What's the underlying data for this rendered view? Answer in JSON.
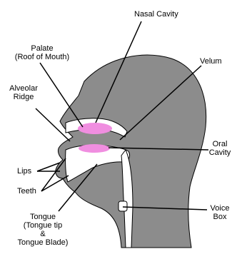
{
  "labels": {
    "nasal_cavity": "Nasal Cavity",
    "palate_line1": "Palate",
    "palate_line2": "(Roof of Mouth)",
    "velum": "Velum",
    "alveolar_line1": "Alveolar",
    "alveolar_line2": "Ridge",
    "oral_line1": "Oral",
    "oral_line2": "Cavity",
    "lips": "Lips",
    "teeth": "Teeth",
    "voice_line1": "Voice",
    "voice_line2": "Box",
    "tongue_line1": "Tongue",
    "tongue_line2": "(Tongue tip",
    "tongue_line3": "&",
    "tongue_line4": "Tongue Blade)"
  },
  "colors": {
    "head_fill": "#8c8c8c",
    "cavity_fill": "#ffffff",
    "highlight_fill": "#f08ee0",
    "outline": "#000000",
    "pointer": "#000000"
  }
}
